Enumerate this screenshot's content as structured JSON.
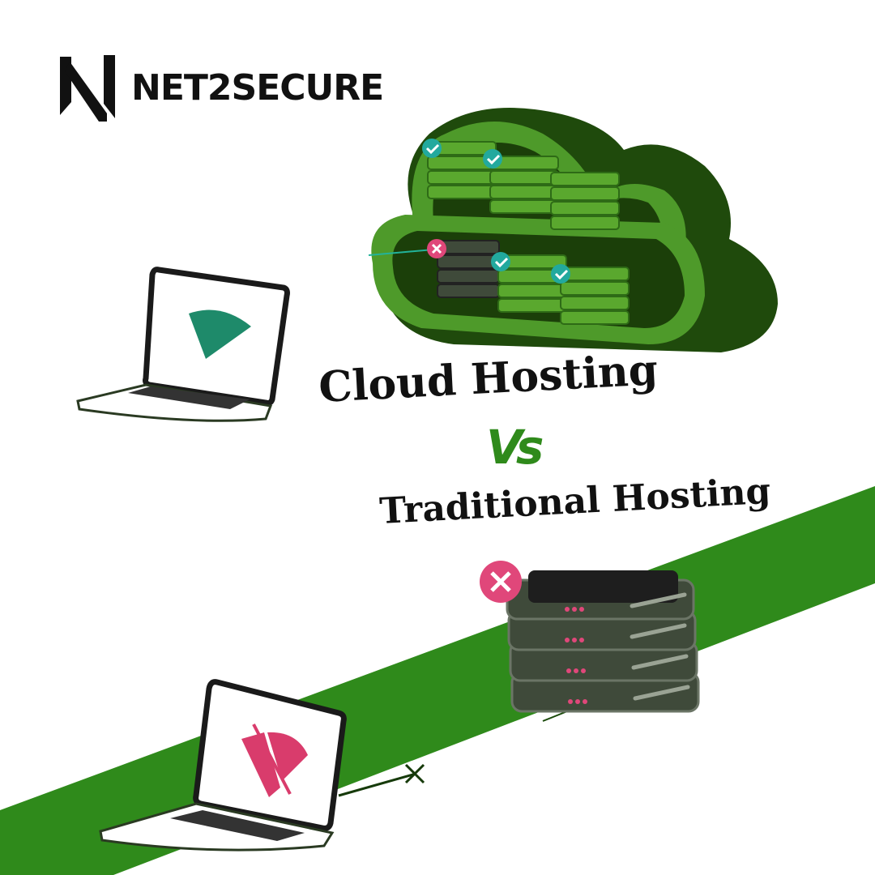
{
  "brand": {
    "name": "NET2SECURE",
    "logo_icon": "n-monogram-icon"
  },
  "headline": {
    "line1": "Cloud Hosting",
    "versus": "Vs",
    "line2": "Traditional Hosting"
  },
  "illustrations": {
    "cloud": {
      "icon": "cloud-server-rack-icon",
      "servers_ok": 5,
      "servers_failed": 1
    },
    "cloud_laptop": {
      "icon": "laptop-wifi-connected-icon"
    },
    "traditional_server": {
      "icon": "server-stack-failed-icon"
    },
    "traditional_laptop": {
      "icon": "laptop-wifi-off-icon"
    }
  },
  "colors": {
    "brand_green": "#2f8a1b",
    "dark_green": "#1f4a0c",
    "server_green": "#4e9a2a",
    "teal": "#1e8a6a",
    "pink": "#e0477a",
    "server_gray": "#3f4a3a",
    "text": "#111111"
  }
}
